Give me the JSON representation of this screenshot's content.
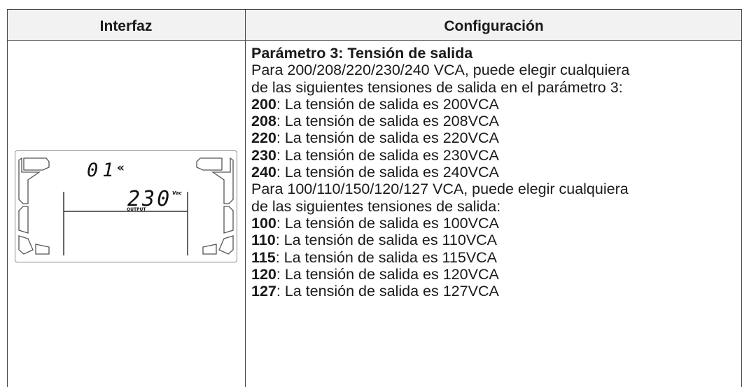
{
  "table": {
    "col_interface": "Interfaz",
    "col_configuration": "Configuración"
  },
  "lcd": {
    "param_number": "01",
    "param_arrows": "«",
    "value": "230",
    "unit": "Vac",
    "label": "OUTPUT"
  },
  "config": {
    "title": "Parámetro 3: Tensión de salida",
    "intro_high_1": "Para 200/208/220/230/240 VCA, puede elegir cualquiera",
    "intro_high_2": "de las siguientes tensiones de salida en el parámetro 3:",
    "options_high": [
      {
        "value": "200",
        "text": ": La tensión de salida es 200VCA"
      },
      {
        "value": "208",
        "text": ": La tensión de salida es 208VCA"
      },
      {
        "value": "220",
        "text": ": La tensión de salida es 220VCA"
      },
      {
        "value": "230",
        "text": ": La tensión de salida es 230VCA"
      },
      {
        "value": "240",
        "text": ": La tensión de salida es 240VCA"
      }
    ],
    "intro_low_1": "Para 100/110/150/120/127 VCA, puede elegir cualquiera",
    "intro_low_2": "de las siguientes tensiones de salida:",
    "options_low": [
      {
        "value": "100",
        "text": ": La tensión de salida es 100VCA"
      },
      {
        "value": "110",
        "text": ": La tensión de salida es 110VCA"
      },
      {
        "value": "115",
        "text": ": La tensión de salida es 115VCA"
      },
      {
        "value": "120",
        "text": ": La tensión de salida es 120VCA"
      },
      {
        "value": "127",
        "text": ": La tensión de salida es 127VCA"
      }
    ]
  }
}
